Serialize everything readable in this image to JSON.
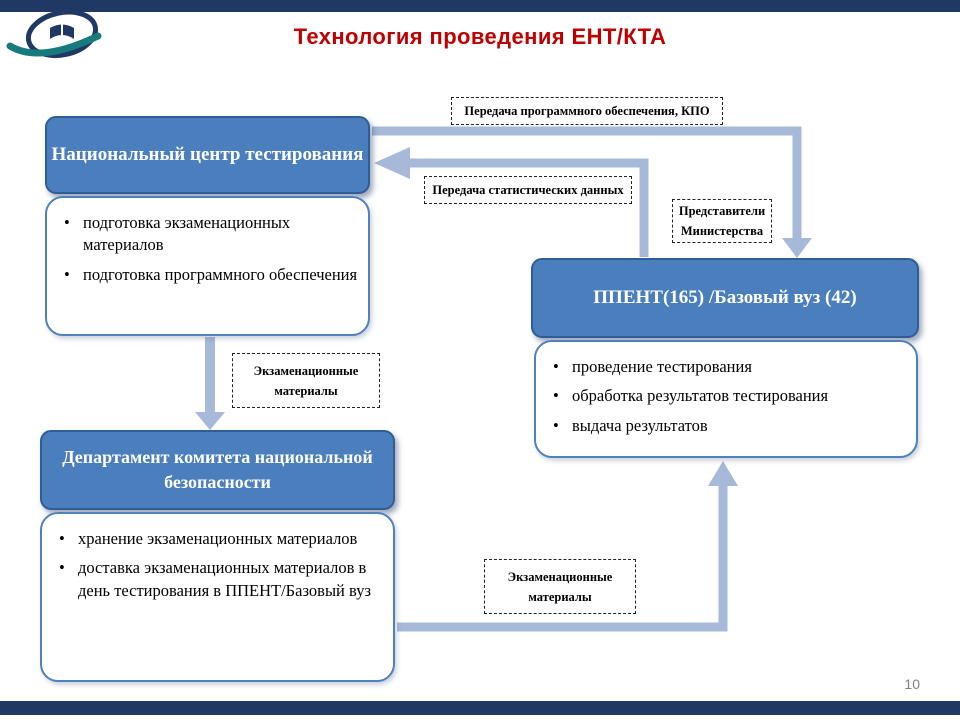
{
  "slide": {
    "title": "Технология проведения ЕНТ/КТА",
    "page_number": "10"
  },
  "nodes": {
    "nct": {
      "title": "Национальный центр тестирования",
      "bullets": [
        "подготовка экзаменационных материалов",
        "подготовка программного обеспечения"
      ]
    },
    "ppent": {
      "title": "ППЕНТ(165) /Базовый вуз (42)",
      "bullets": [
        "проведение тестирования",
        "обработка результатов тестирования",
        "выдача результатов"
      ]
    },
    "dknb": {
      "title": "Департамент комитета национальной безопасности",
      "bullets": [
        "хранение экзаменационных материалов",
        "доставка экзаменационных материалов в день тестирования в ППЕНТ/Базовый вуз"
      ]
    }
  },
  "labels": {
    "software_transfer": "Передача программного обеспечения, КПО",
    "stats_transfer": "Передача статистических данных",
    "ministry_reps": "Представители Министерства",
    "exam_materials_1": "Экзаменационные материалы",
    "exam_materials_2": "Экзаменационные материалы"
  },
  "colors": {
    "title_red": "#c00000",
    "node_blue": "#4a7ebc",
    "node_border": "#2f5e96",
    "body_border": "#4f81bd",
    "arrow_blue": "#a6b9d8",
    "bar_navy": "#1f3864"
  }
}
